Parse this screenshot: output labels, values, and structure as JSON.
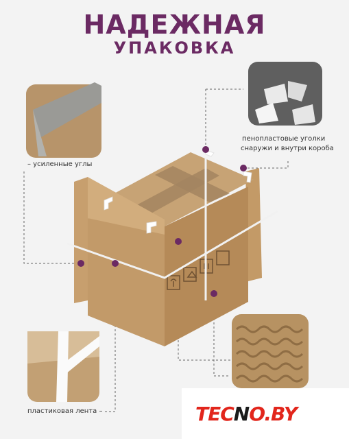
{
  "title": {
    "line1": "НАДЕЖНАЯ",
    "line2": "УПАКОВКА"
  },
  "features": {
    "corners": "– усиленные углы",
    "foam": "пенопластовые уголки",
    "foam2": "снаружи и внутри короба",
    "tape": "пластиковая лента –"
  },
  "logo": {
    "part1": "TEC",
    "part2": "N",
    "part3": "O.BY"
  },
  "colors": {
    "accent": "#6b2a63",
    "cardboard": "#c9a679",
    "logo_red": "#e2261c"
  }
}
